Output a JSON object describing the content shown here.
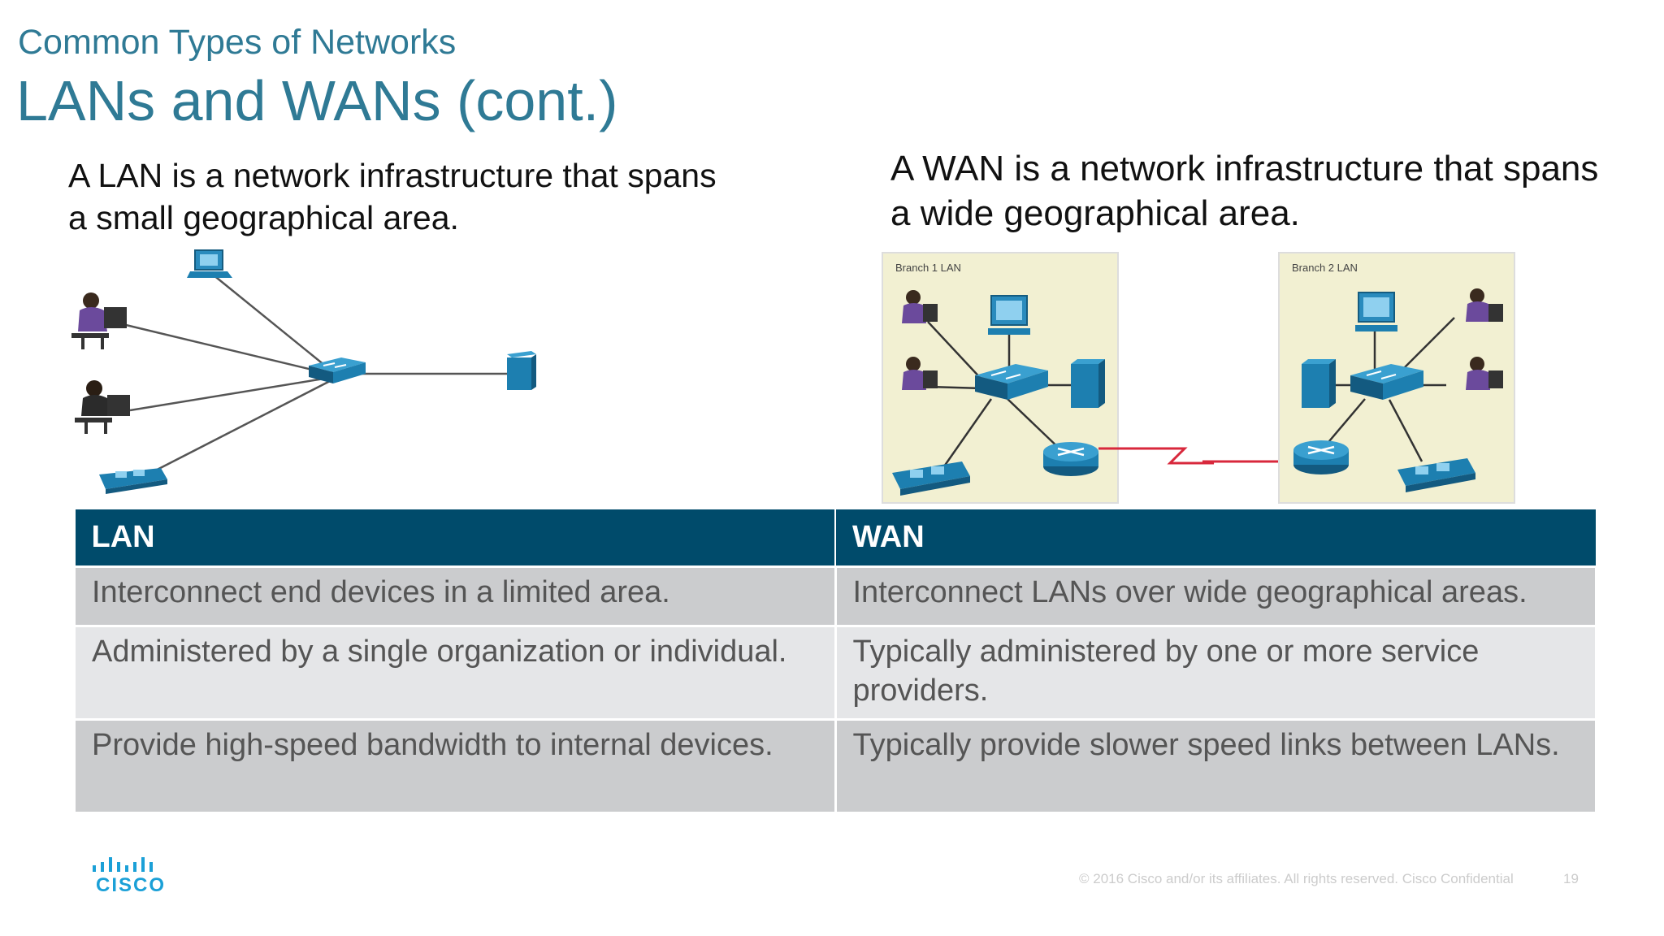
{
  "slide": {
    "subtitle": "Common Types of Networks",
    "title": "LANs and WANs (cont.)"
  },
  "lan": {
    "description_line1": "A LAN is a network infrastructure that spans",
    "description_line2": "a small geographical area."
  },
  "wan": {
    "description_line1": "A WAN is a network infrastructure that spans",
    "description_line2": "a wide geographical area.",
    "branch1_label": "Branch 1 LAN",
    "branch2_label": "Branch 2 LAN"
  },
  "table": {
    "headers": [
      "LAN",
      "WAN"
    ],
    "rows": [
      [
        "Interconnect end devices in a limited area.",
        "Interconnect LANs over wide geographical areas."
      ],
      [
        "Administered by a single organization or individual.",
        "Typically administered by one or more service providers."
      ],
      [
        "Provide high-speed bandwidth to internal devices.",
        "Typically provide slower speed links between LANs."
      ]
    ]
  },
  "footer": {
    "copyright": "© 2016  Cisco and/or its affiliates. All rights reserved.   Cisco Confidential",
    "page_number": "19",
    "logo_text": "CISCO"
  },
  "colors": {
    "title": "#2f7a95",
    "header_bg": "#004b6b",
    "row_dark": "#cbccce",
    "row_light": "#e5e6e8",
    "device_blue": "#1d7fb0",
    "wan_link": "#d8283c",
    "branch_bg": "#f2f0d2",
    "cisco_blue": "#1ba0d7"
  }
}
